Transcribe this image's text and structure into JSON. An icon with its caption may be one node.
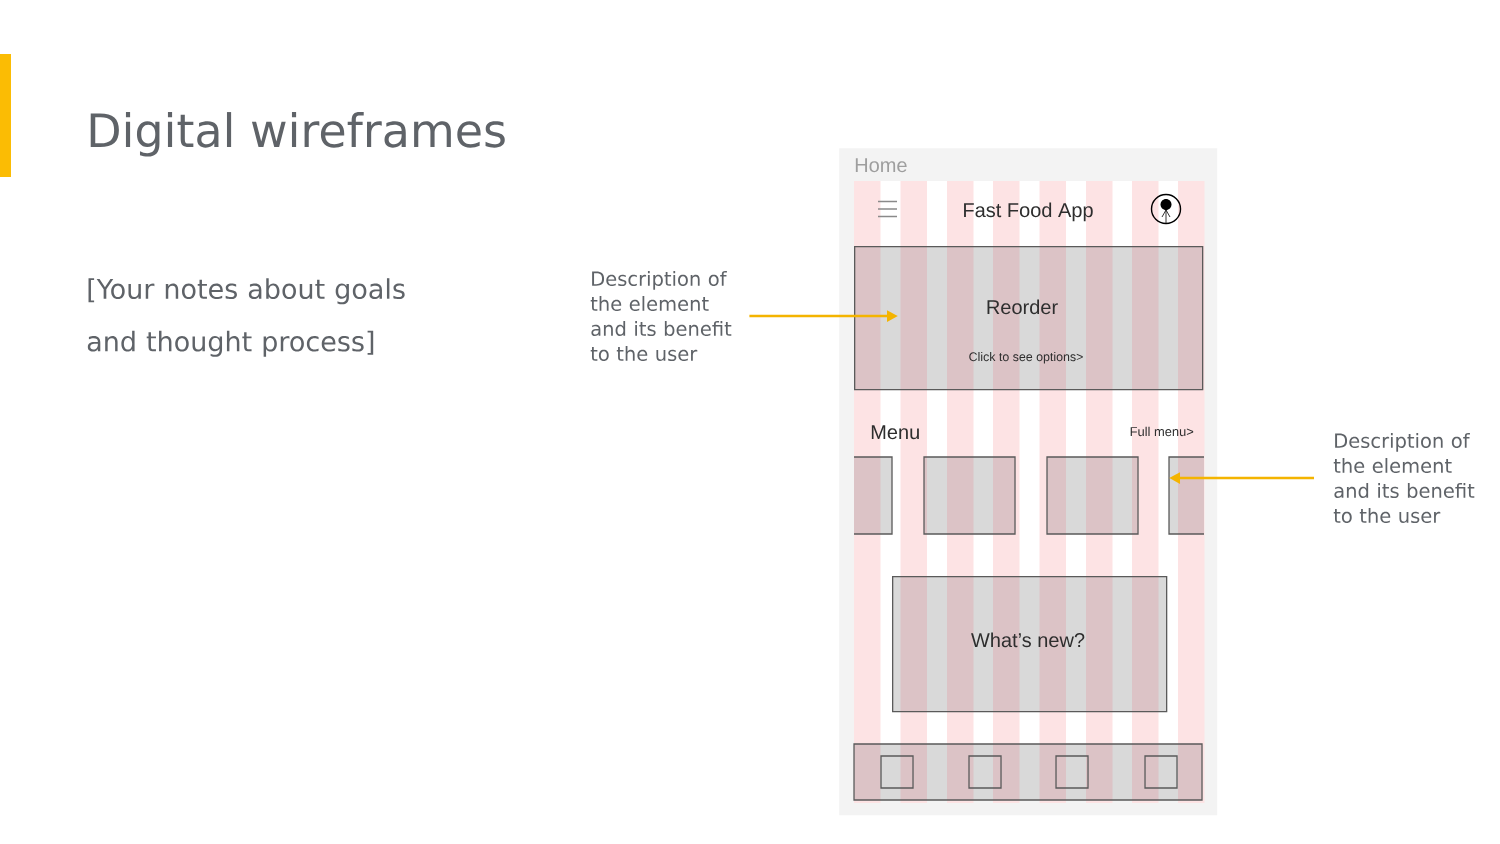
{
  "diagram": {
    "title": "Digital wireframes",
    "nodes": [
      {
        "text": [
          "Description of the element and its benefit to the user"
        ]
      },
      {
        "text": [
          "Home"
        ]
      },
      {
        "text": [
          "Reorder",
          "Click to see options>"
        ],
        "in": 1
      },
      {
        "text": [],
        "shape": "box",
        "in": 1
      },
      {
        "text": [],
        "shape": "box",
        "in": 1
      },
      {
        "text": [],
        "shape": "box",
        "in": 1
      },
      {
        "text": [],
        "shape": "box",
        "in": 1
      },
      {
        "text": [
          "What’s new?"
        ],
        "in": 1
      },
      {
        "text": [],
        "shape": "box",
        "in": 1
      },
      {
        "text": [],
        "shape": "box",
        "in": 8
      },
      {
        "text": [],
        "shape": "box",
        "in": 8
      },
      {
        "text": [],
        "shape": "box",
        "in": 8
      },
      {
        "text": [],
        "shape": "box",
        "in": 8
      },
      {
        "text": [
          "Description of the element and its benefit to the user"
        ]
      }
    ],
    "edges": [
      {
        "from": 0,
        "to": 2,
        "arrow": "to"
      },
      {
        "from": 13,
        "to": 6,
        "arrow": "to"
      }
    ],
    "labels": [
      "[Your notes about goals and thought process]",
      "Fast Food App",
      "Menu",
      "Full menu>"
    ]
  }
}
